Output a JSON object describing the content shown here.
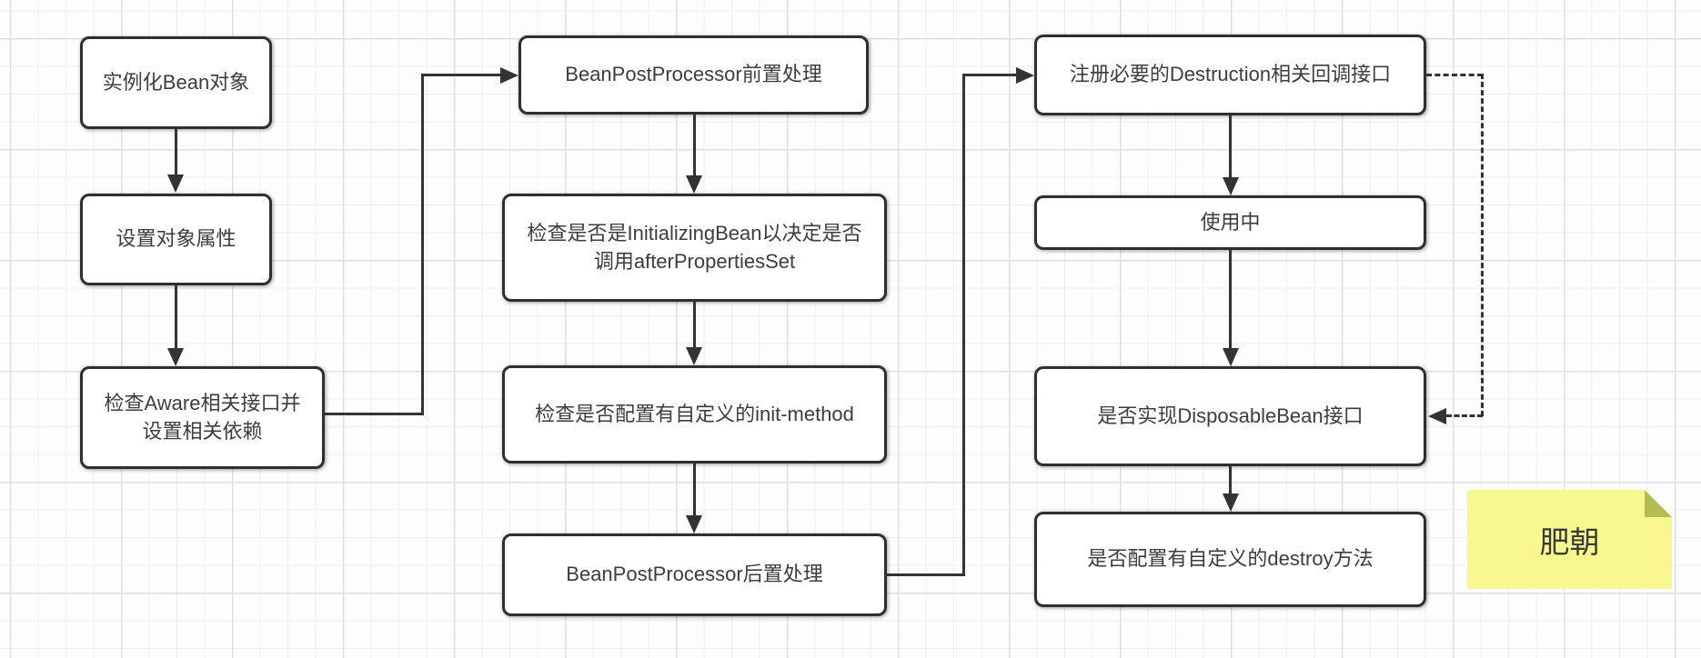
{
  "canvas": {
    "background": "#fdfdfd",
    "grid_minor_color": "#eeeef2",
    "grid_major_color": "#dfdfe5"
  },
  "colors": {
    "node_fill": "#ffffff",
    "node_border": "#2f2f2f",
    "edge": "#333333",
    "text": "#3d3d3d",
    "note_fill": "#f8f88f",
    "note_fold": "#b5bc55"
  },
  "nodes": {
    "instantiate": {
      "label": "实例化Bean对象"
    },
    "set_properties": {
      "label": "设置对象属性"
    },
    "check_aware": {
      "label": "检查Aware相关接口并设置相关依赖"
    },
    "bpp_before": {
      "label": "BeanPostProcessor前置处理"
    },
    "check_initializing_bean": {
      "label": "检查是否是InitializingBean以决定是否调用afterPropertiesSet"
    },
    "check_init_method": {
      "label": "检查是否配置有自定义的init-method"
    },
    "bpp_after": {
      "label": "BeanPostProcessor后置处理"
    },
    "register_destruction": {
      "label": "注册必要的Destruction相关回调接口"
    },
    "in_use": {
      "label": "使用中"
    },
    "check_disposable_bean": {
      "label": "是否实现DisposableBean接口"
    },
    "check_destroy_method": {
      "label": "是否配置有自定义的destroy方法"
    }
  },
  "edges": [
    {
      "from": "instantiate",
      "to": "set_properties",
      "style": "solid"
    },
    {
      "from": "set_properties",
      "to": "check_aware",
      "style": "solid"
    },
    {
      "from": "check_aware",
      "to": "bpp_before",
      "style": "solid"
    },
    {
      "from": "bpp_before",
      "to": "check_initializing_bean",
      "style": "solid"
    },
    {
      "from": "check_initializing_bean",
      "to": "check_init_method",
      "style": "solid"
    },
    {
      "from": "check_init_method",
      "to": "bpp_after",
      "style": "solid"
    },
    {
      "from": "bpp_after",
      "to": "register_destruction",
      "style": "solid"
    },
    {
      "from": "register_destruction",
      "to": "in_use",
      "style": "solid"
    },
    {
      "from": "in_use",
      "to": "check_disposable_bean",
      "style": "solid"
    },
    {
      "from": "register_destruction",
      "to": "check_disposable_bean",
      "style": "dashed"
    },
    {
      "from": "check_disposable_bean",
      "to": "check_destroy_method",
      "style": "solid"
    }
  ],
  "note": {
    "label": "肥朝"
  }
}
